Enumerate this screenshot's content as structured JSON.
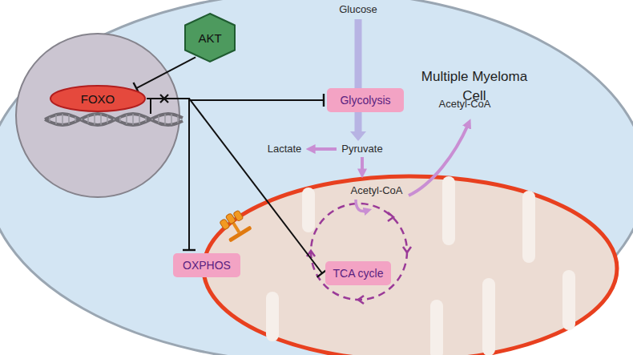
{
  "diagram": {
    "nodes": [
      {
        "text": [
          "Multiple Myeloma Cell"
        ]
      },
      {
        "text": [
          "AKT"
        ],
        "in": 0
      },
      {
        "text": [
          "FOXO"
        ],
        "in": 0
      },
      {
        "text": [
          "Glycolysis"
        ],
        "in": 0
      },
      {
        "text": [
          "OXPHOS"
        ],
        "in": 0
      },
      {
        "text": [
          "TCA cycle"
        ],
        "in": 0
      }
    ],
    "edges": [
      {
        "from": 1,
        "to": 2,
        "arrow": "to"
      },
      {
        "from": 2,
        "to": 3,
        "arrow": "to"
      },
      {
        "from": 2,
        "to": 4,
        "arrow": "to"
      },
      {
        "from": 2,
        "to": 5,
        "arrow": "to"
      }
    ],
    "labels": [
      "Glucose",
      "Pyruvate",
      "Lactate",
      "Acetyl-CoA",
      "Acetyl-CoA"
    ]
  }
}
